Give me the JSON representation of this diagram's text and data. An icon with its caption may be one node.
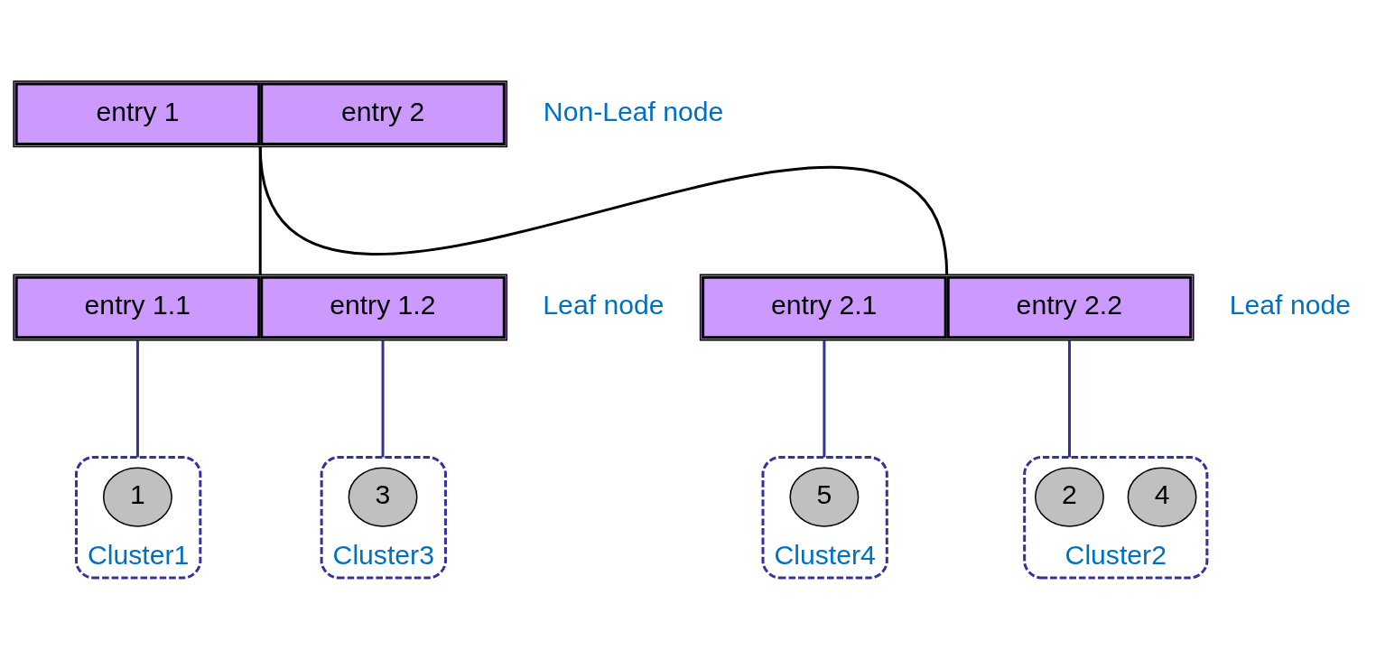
{
  "diagram": {
    "nodes": [
      {
        "text": [
          "entry 1",
          "entry 2"
        ],
        "beside": [
          "Non-Leaf node"
        ]
      },
      {
        "text": [
          "entry 1.1",
          "entry 1.2"
        ],
        "beside": [
          "Leaf node"
        ]
      },
      {
        "text": [
          "entry 2.1",
          "entry 2.2"
        ],
        "beside": [
          "Leaf node"
        ]
      },
      {
        "text": [
          "Cluster1"
        ]
      },
      {
        "text": [
          "1"
        ],
        "in": 3
      },
      {
        "text": [
          "Cluster3"
        ]
      },
      {
        "text": [
          "3"
        ],
        "in": 5
      },
      {
        "text": [
          "Cluster4"
        ]
      },
      {
        "text": [
          "5"
        ],
        "in": 7
      },
      {
        "text": [
          "Cluster2"
        ]
      },
      {
        "text": [
          "2"
        ],
        "in": 9
      },
      {
        "text": [
          "4"
        ],
        "in": 9
      }
    ],
    "edges": [
      {
        "from": 0,
        "to": 1,
        "arrow": "none",
        "color": "#000000"
      },
      {
        "from": 0,
        "to": 2,
        "arrow": "none",
        "color": "#000000"
      },
      {
        "from": 1,
        "to": 3,
        "arrow": "none"
      },
      {
        "from": 1,
        "to": 5,
        "arrow": "none"
      },
      {
        "from": 2,
        "to": 7,
        "arrow": "none"
      },
      {
        "from": 2,
        "to": 9,
        "arrow": "none"
      }
    ]
  }
}
